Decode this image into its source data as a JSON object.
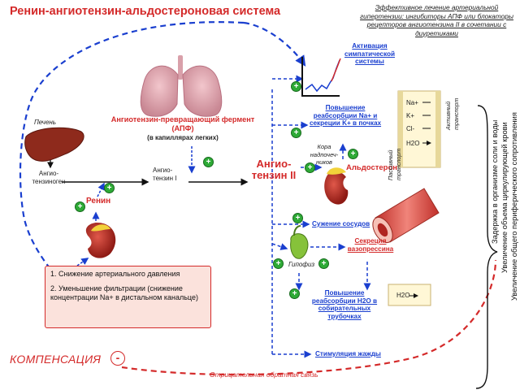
{
  "title": "Ренин-ангиотензин-альдостероновая система",
  "note": "Эффективное лечение артериальной гипертензии: ингибиторы АПФ или блокаторы рецепторов ангиотензина II в сочетании с диуретиками",
  "liver_label": "Печень",
  "angiotensinogen": "Ангио-тензиноген",
  "renin": "Ренин",
  "ace_name": "Ангиотензин-превращающий фермент (АПФ)",
  "ace_sub": "(в капиллярах легких)",
  "angiotensin1": "Ангио-тензин I",
  "angiotensin2": "Ангио-тензин II",
  "effects": {
    "sympathetic": "Активация симпатической системы",
    "na_reabs": "Повышение реабсорбции Na+ и секреции K+ в почках",
    "adrenal": "Кора надпочеч-ников",
    "aldosterone": "Альдостерон",
    "vaso": "Сужение сосудов",
    "vasopressin": "Секреция вазопрессина",
    "hypophysis": "Гипофиз",
    "water": "Повышение реабсорбции H2O в собирательных трубочках",
    "thirst": "Стимуляция жажды"
  },
  "transport": {
    "ions": [
      "Na+",
      "K+",
      "Cl-",
      "H2O"
    ],
    "active": "Активный транспорт",
    "passive": "Пассивный транспорт",
    "h2o": "H2O"
  },
  "outcomes": [
    "Задержка в организме соли и воды",
    "Увеличение объема циркулирующей крови",
    "Увеличение общего периферического сопротивления"
  ],
  "triggers": {
    "item1": "1. Снижение артериального давления",
    "item2": "2. Уменьшение фильтрации (снижение концентрации Na+ в дистальном канальце)"
  },
  "compensation": "КОМПЕНСАЦИЯ",
  "neg_symbol": "-",
  "plus_symbol": "+",
  "negative_feedback": "Отрицательная обратная связь",
  "colors": {
    "red": "#d42a2a",
    "blue": "#1a3fcf",
    "green": "#2eaa36"
  }
}
